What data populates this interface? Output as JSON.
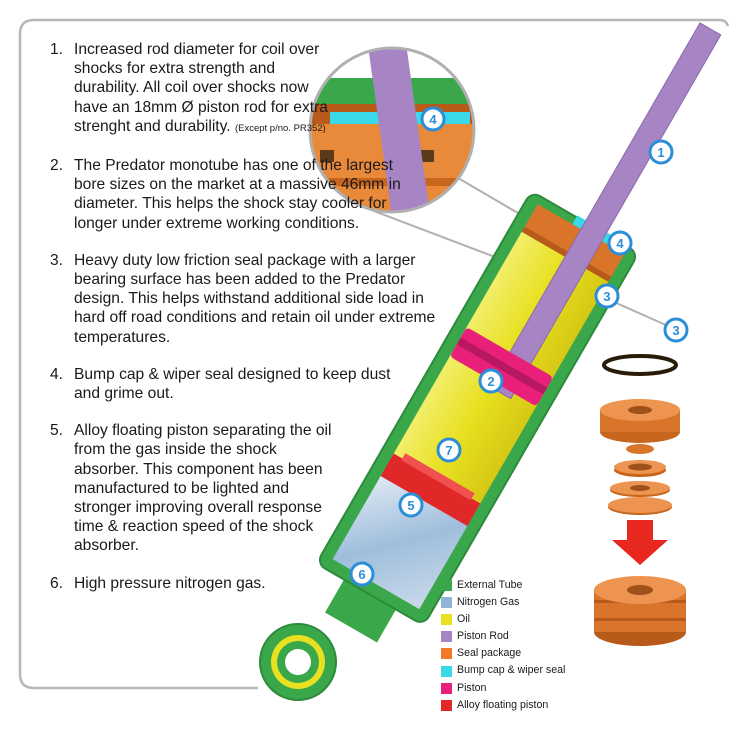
{
  "features": [
    {
      "num": "1.",
      "text": "Increased rod diameter for coil over shocks for extra strength and durability. All coil over shocks now have an 18mm Ø piston rod for extra strenght and durability.",
      "note": "(Except p/no. PR352)"
    },
    {
      "num": "2.",
      "text": "The Predator monotube has one of the largest bore sizes on the market at a massive 46mm in diameter. This helps the shock stay cooler for longer under extreme working conditions."
    },
    {
      "num": "3.",
      "text": "Heavy duty low friction seal package with a larger bearing surface has been added to the Predator design. This helps withstand additional side load in hard off road conditions and retain oil under extreme temperatures."
    },
    {
      "num": "4.",
      "text": "Bump cap & wiper seal designed to keep dust and grime out."
    },
    {
      "num": "5.",
      "text": "Alloy floating piston separating the oil from the gas inside the shock absorber. This component has been manufactured to be lighted and stronger improving overall response time & reaction speed of the shock absorber."
    },
    {
      "num": "6.",
      "text": "High pressure nitrogen gas."
    }
  ],
  "callouts": {
    "rod": "1",
    "piston": "2",
    "seal_main": "3",
    "seal_external": "3",
    "cap_main": "4",
    "cap_zoom": "4",
    "floating_piston": "5",
    "gas": "6",
    "oil": "7"
  },
  "legend": [
    {
      "label": "External Tube",
      "color": "#3aa84a"
    },
    {
      "label": "Nitrogen Gas",
      "color": "#8fb4d8"
    },
    {
      "label": "Oil",
      "color": "#e8e020"
    },
    {
      "label": "Piston Rod",
      "color": "#a785c4"
    },
    {
      "label": "Seal package",
      "color": "#f07a2a"
    },
    {
      "label": "Bump cap & wiper seal",
      "color": "#3ad8e8"
    },
    {
      "label": "Piston",
      "color": "#e8207a"
    },
    {
      "label": "Alloy floating piston",
      "color": "#e02828"
    }
  ],
  "colors": {
    "tube": "#3aa84a",
    "oil": "#e8e020",
    "rod": "#a785c4",
    "seal": "#d9742a",
    "cap": "#3ad8e8",
    "piston": "#e8207a",
    "floating_piston": "#e02828",
    "gas": "#b8cde3",
    "badge": "#2a8fd8",
    "arrow": "#e8281e",
    "frame": "#b8b8b8"
  }
}
